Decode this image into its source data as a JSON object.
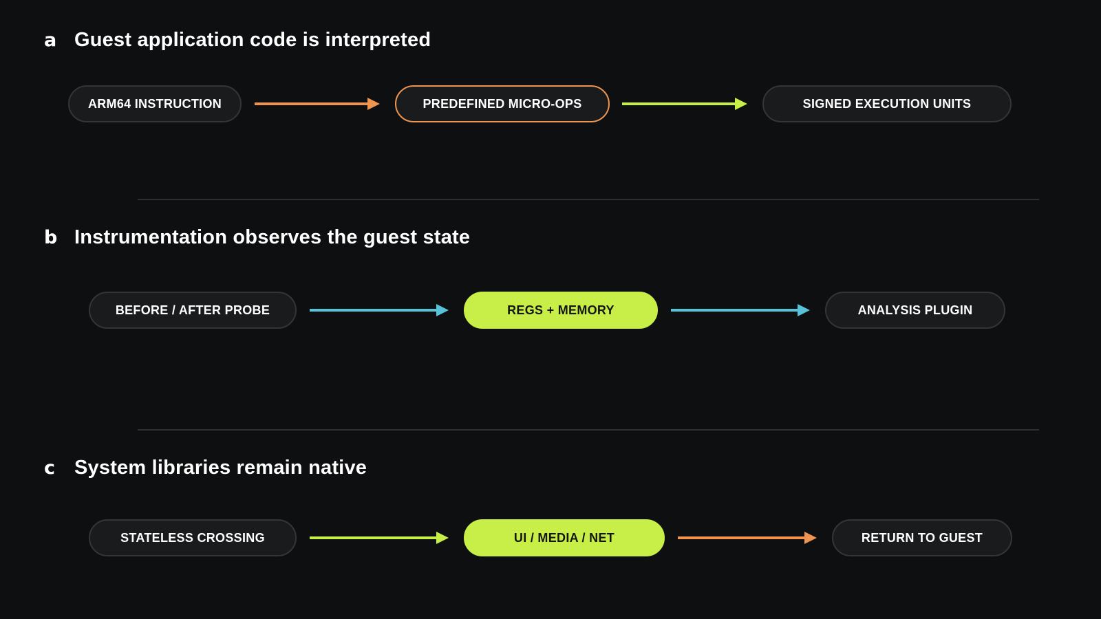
{
  "sections": [
    {
      "letter": "a",
      "title": "Guest application code is interpreted",
      "nodes": [
        "ARM64 INSTRUCTION",
        "PREDEFINED MICRO-OPS",
        "SIGNED EXECUTION UNITS"
      ],
      "arrow_colors": [
        "#f0954f",
        "#c8ef48"
      ]
    },
    {
      "letter": "b",
      "title": "Instrumentation observes the guest state",
      "nodes": [
        "BEFORE / AFTER PROBE",
        "REGS + MEMORY",
        "ANALYSIS PLUGIN"
      ],
      "arrow_colors": [
        "#56c3d8",
        "#56c3d8"
      ]
    },
    {
      "letter": "c",
      "title": "System libraries remain native",
      "nodes": [
        "STATELESS CROSSING",
        "UI / MEDIA / NET",
        "RETURN TO GUEST"
      ],
      "arrow_colors": [
        "#c8ef48",
        "#f0954f"
      ]
    }
  ],
  "colors": {
    "orange": "#f0954f",
    "lime": "#c8ef48",
    "cyan": "#56c3d8",
    "background": "#0e0f11"
  }
}
